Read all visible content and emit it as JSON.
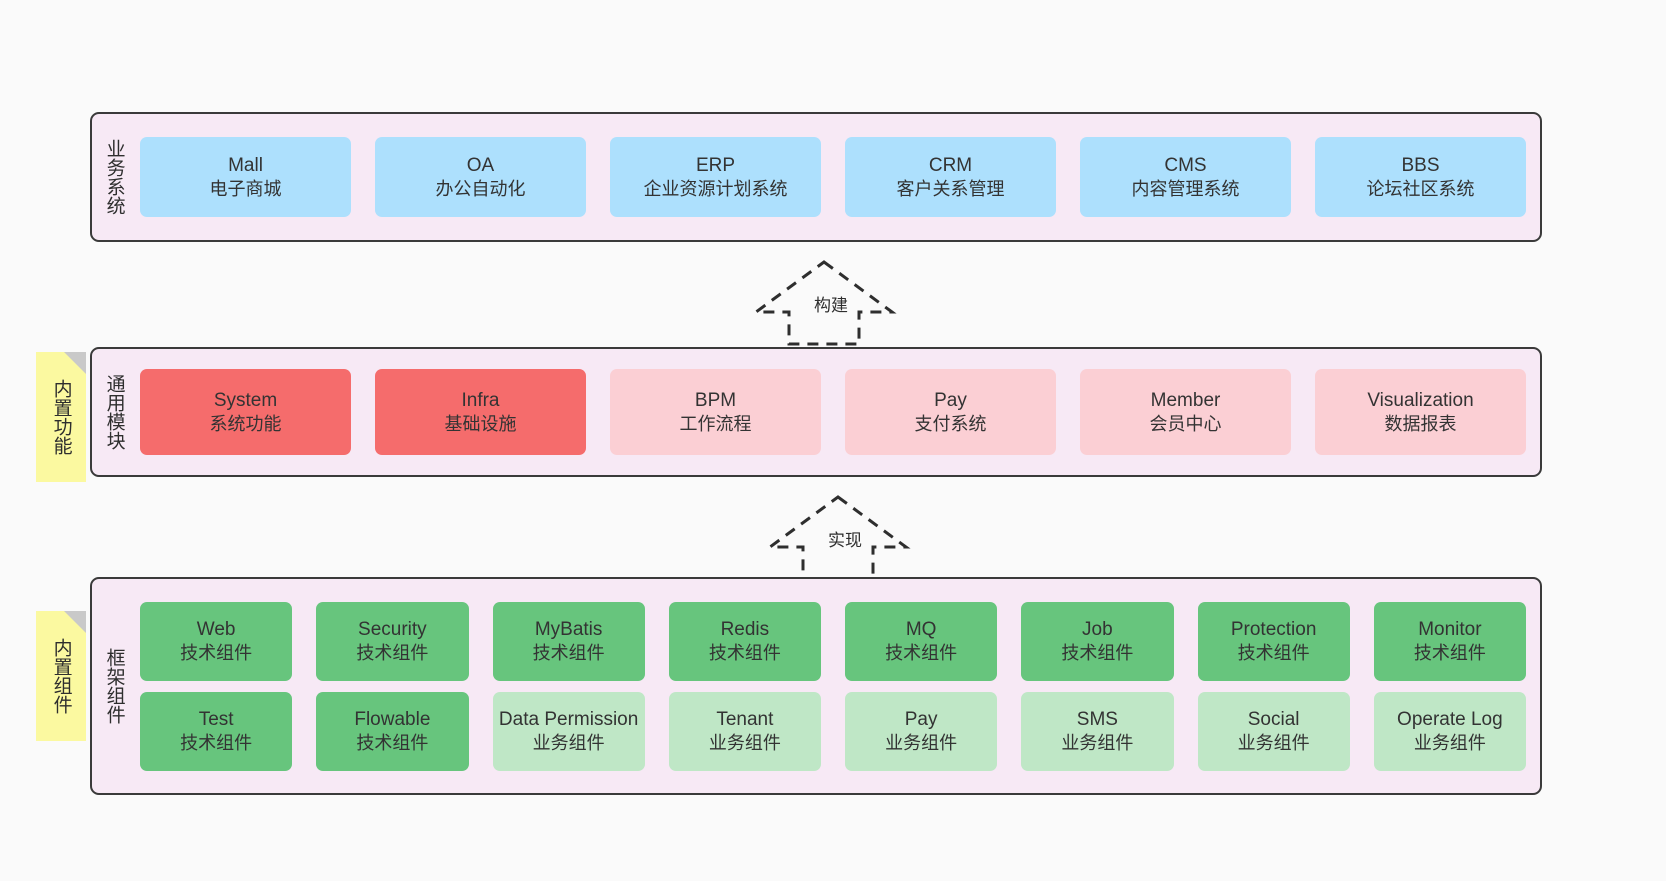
{
  "layers": [
    {
      "id": "business",
      "title": "业务系统",
      "panel_color": "#f7e9f5",
      "rows": [
        {
          "style": "blue",
          "cards": [
            {
              "title": "Mall",
              "subtitle": "电子商城"
            },
            {
              "title": "OA",
              "subtitle": "办公自动化"
            },
            {
              "title": "ERP",
              "subtitle": "企业资源计划系统"
            },
            {
              "title": "CRM",
              "subtitle": "客户关系管理"
            },
            {
              "title": "CMS",
              "subtitle": "内容管理系统"
            },
            {
              "title": "BBS",
              "subtitle": "论坛社区系统"
            }
          ]
        }
      ]
    },
    {
      "id": "modules",
      "title": "通用模块",
      "panel_color": "#f7e9f5",
      "note": "内置功能",
      "rows": [
        {
          "cards": [
            {
              "title": "System",
              "subtitle": "系统功能",
              "style": "red"
            },
            {
              "title": "Infra",
              "subtitle": "基础设施",
              "style": "red"
            },
            {
              "title": "BPM",
              "subtitle": "工作流程",
              "style": "pink"
            },
            {
              "title": "Pay",
              "subtitle": "支付系统",
              "style": "pink"
            },
            {
              "title": "Member",
              "subtitle": "会员中心",
              "style": "pink"
            },
            {
              "title": "Visualization",
              "subtitle": "数据报表",
              "style": "pink"
            }
          ]
        }
      ]
    },
    {
      "id": "framework",
      "title": "框架组件",
      "panel_color": "#f7e9f5",
      "note": "内置组件",
      "rows": [
        {
          "cards": [
            {
              "title": "Web",
              "subtitle": "技术组件",
              "style": "green"
            },
            {
              "title": "Security",
              "subtitle": "技术组件",
              "style": "green"
            },
            {
              "title": "MyBatis",
              "subtitle": "技术组件",
              "style": "green"
            },
            {
              "title": "Redis",
              "subtitle": "技术组件",
              "style": "green"
            },
            {
              "title": "MQ",
              "subtitle": "技术组件",
              "style": "green"
            },
            {
              "title": "Job",
              "subtitle": "技术组件",
              "style": "green"
            },
            {
              "title": "Protection",
              "subtitle": "技术组件",
              "style": "green"
            },
            {
              "title": "Monitor",
              "subtitle": "技术组件",
              "style": "green"
            }
          ]
        },
        {
          "cards": [
            {
              "title": "Test",
              "subtitle": "技术组件",
              "style": "green"
            },
            {
              "title": "Flowable",
              "subtitle": "技术组件",
              "style": "green"
            },
            {
              "title": "Data Permission",
              "subtitle": "业务组件",
              "style": "lightgreen"
            },
            {
              "title": "Tenant",
              "subtitle": "业务组件",
              "style": "lightgreen"
            },
            {
              "title": "Pay",
              "subtitle": "业务组件",
              "style": "lightgreen"
            },
            {
              "title": "SMS",
              "subtitle": "业务组件",
              "style": "lightgreen"
            },
            {
              "title": "Social",
              "subtitle": "业务组件",
              "style": "lightgreen"
            },
            {
              "title": "Operate Log",
              "subtitle": "业务组件",
              "style": "lightgreen"
            }
          ]
        }
      ]
    }
  ],
  "connectors": [
    {
      "id": "build",
      "label": "构建"
    },
    {
      "id": "implement",
      "label": "实现"
    }
  ],
  "colors": {
    "panel": "#f7e9f5",
    "panel_border": "#3a3a3a",
    "blue": "#ade0fd",
    "red": "#f56c6c",
    "pink": "#fbcfd4",
    "green": "#67c57d",
    "light_green": "#bfe7c6",
    "note": "#fbf9a0",
    "note_fold": "#c9c9c9",
    "background": "#fafafa",
    "text": "#333333"
  }
}
